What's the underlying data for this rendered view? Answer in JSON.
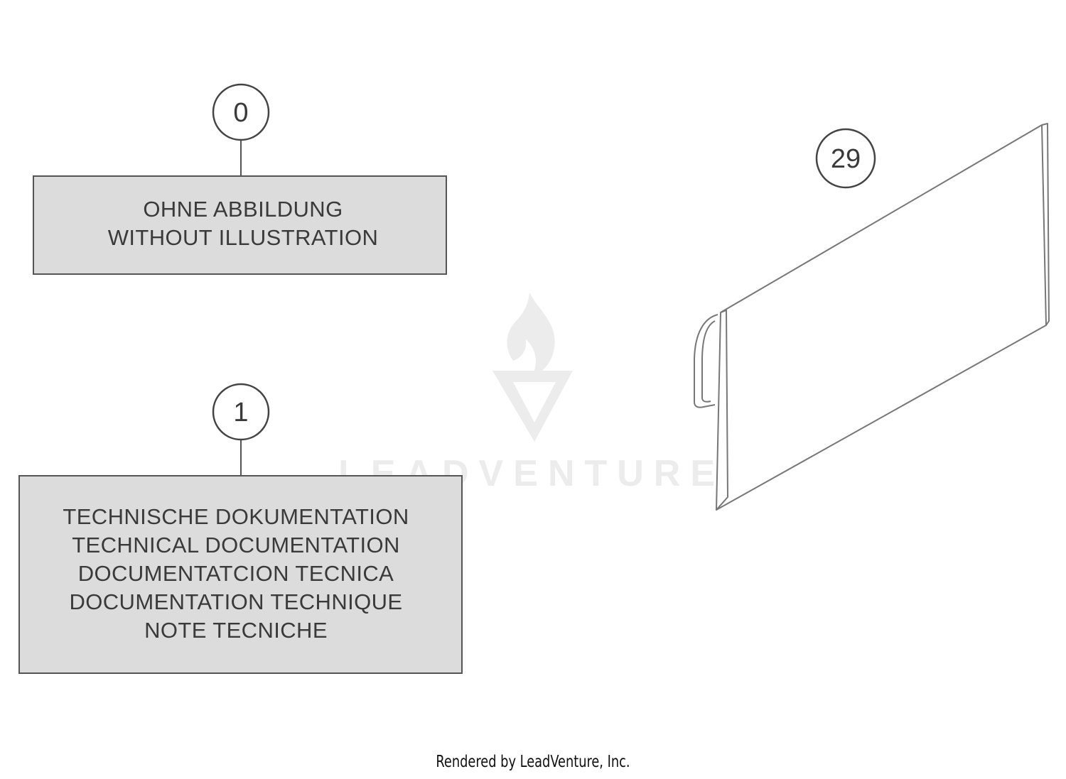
{
  "callouts": {
    "c0": "0",
    "c1": "1",
    "c29": "29"
  },
  "box_without_illustration": {
    "lines": [
      "OHNE ABBILDUNG",
      "WITHOUT ILLUSTRATION"
    ]
  },
  "box_technical_documentation": {
    "lines": [
      "TECHNISCHE DOKUMENTATION",
      "TECHNICAL DOCUMENTATION",
      "DOCUMENTATCION TECNICA",
      "DOCUMENTATION TECHNIQUE",
      "NOTE TECNICHE"
    ]
  },
  "watermark": {
    "text": "LEADVENTURE"
  },
  "footer": {
    "text": "Rendered by LeadVenture, Inc."
  },
  "colors": {
    "box_fill": "#dcdcdc",
    "stroke": "#555555"
  }
}
